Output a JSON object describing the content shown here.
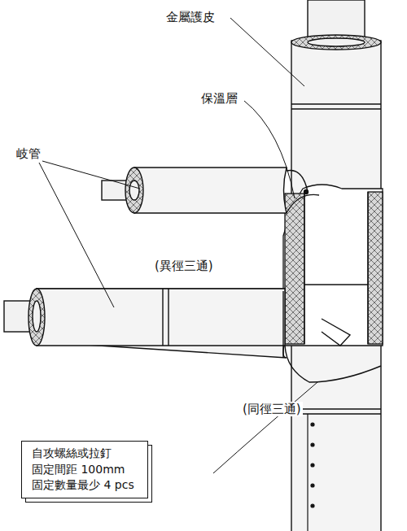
{
  "diagram": {
    "nodes": [
      {
        "text": [
          "自攻螺絲或拉釘",
          "固定間距 100mm",
          "固定數量最少 4 pcs"
        ]
      }
    ],
    "labels": [
      "金屬護皮",
      "保溫層",
      "岐管",
      "(異徑三通)",
      "(同徑三通)"
    ]
  }
}
